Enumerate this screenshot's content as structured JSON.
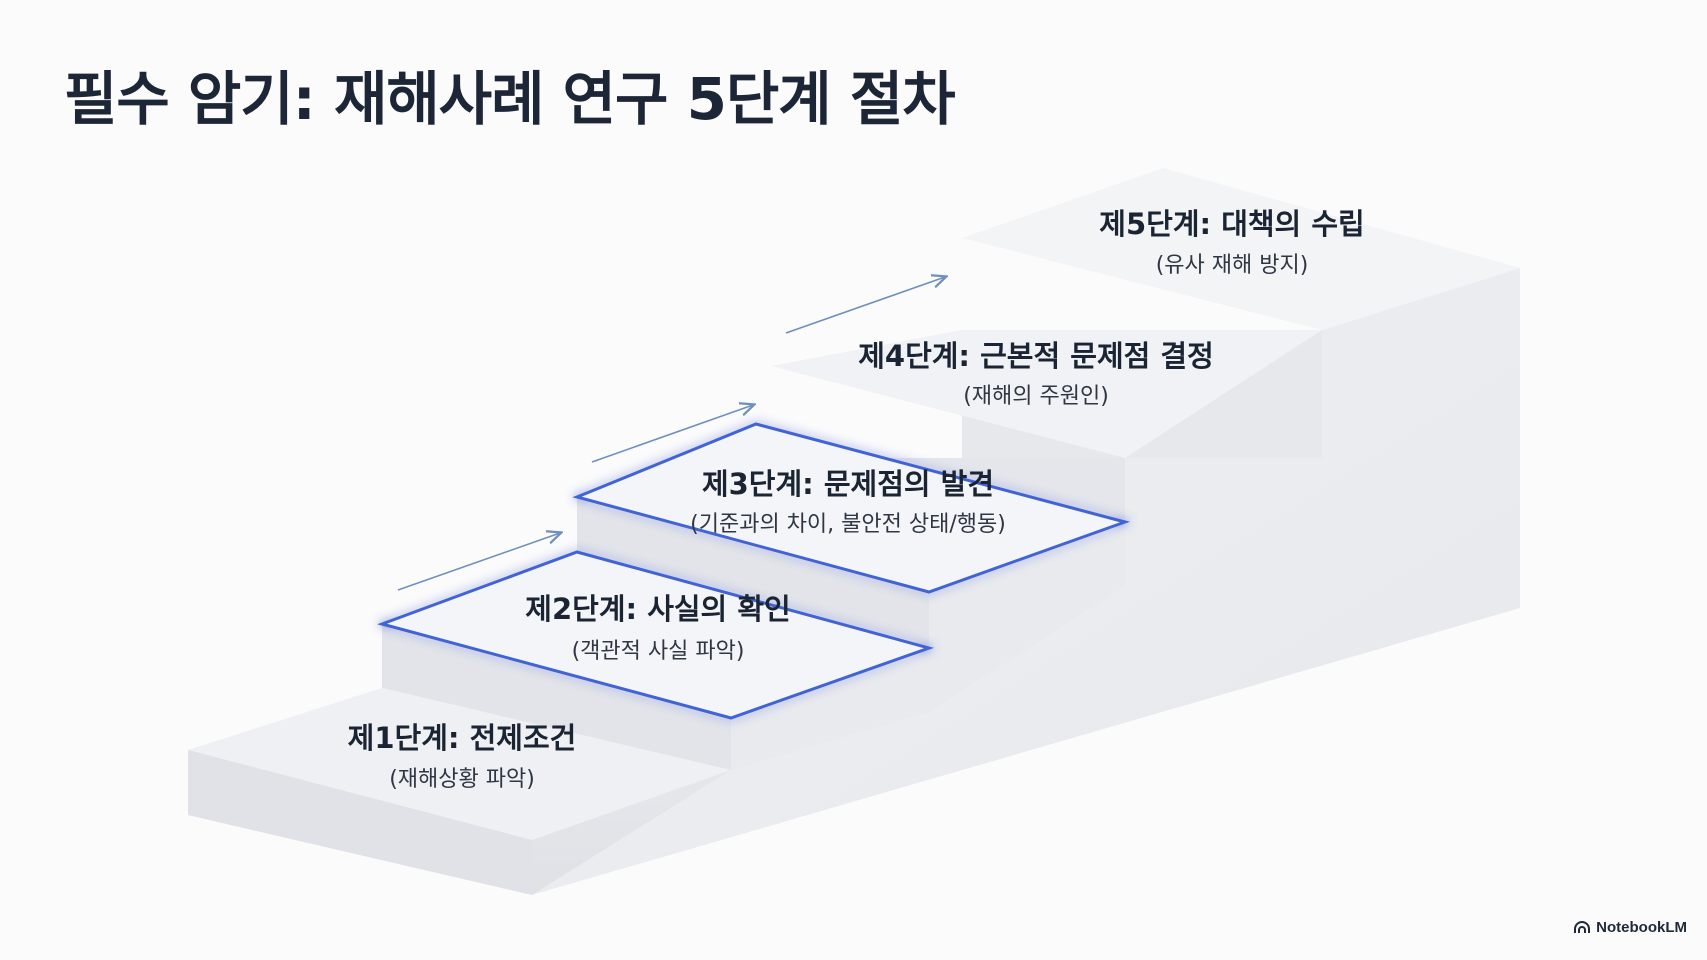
{
  "title": "필수 암기: 재해사례 연구 5단계 절차",
  "steps": [
    {
      "title": "제1단계: 전제조건",
      "subtitle": "(재해상황 파악)",
      "highlighted": false
    },
    {
      "title": "제2단계: 사실의 확인",
      "subtitle": "(객관적 사실 파악)",
      "highlighted": true
    },
    {
      "title": "제3단계: 문제점의 발견",
      "subtitle": "(기준과의 차이, 불안전 상태/행동)",
      "highlighted": true
    },
    {
      "title": "제4단계: 근본적 문제점 결정",
      "subtitle": "(재해의 주원인)",
      "highlighted": false
    },
    {
      "title": "제5단계: 대책의 수립",
      "subtitle": "(유사 재해 방지)",
      "highlighted": false
    }
  ],
  "brand": {
    "label": "NotebookLM",
    "icon": "notebooklm-logo-icon"
  },
  "colors": {
    "title": "#1d2637",
    "highlight": "#3f63d6",
    "arrow": "#6f8fbf",
    "tread": "#f1f2f5",
    "riser": "#e3e5ea",
    "side": "#ebedf1"
  }
}
